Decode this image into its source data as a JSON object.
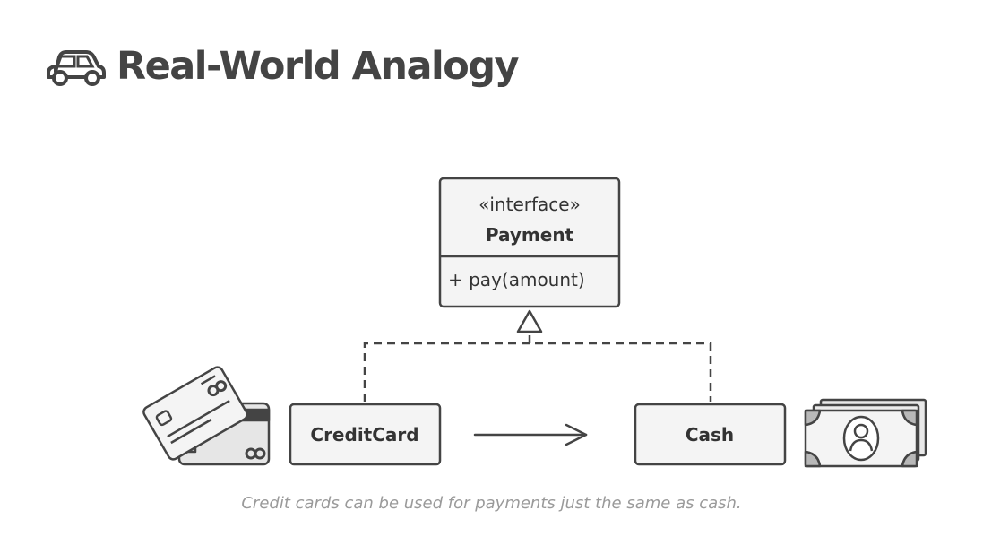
{
  "heading": {
    "icon": "car-icon",
    "title": "Real-World Analogy"
  },
  "diagram": {
    "interface_box": {
      "stereotype": "«interface»",
      "name": "Payment",
      "method": "+ pay(amount)"
    },
    "classes": [
      {
        "name": "CreditCard",
        "illustration": "credit-cards-illustration"
      },
      {
        "name": "Cash",
        "illustration": "banknotes-illustration"
      }
    ],
    "relations": {
      "realization": "dashed line with hollow triangle",
      "association": "CreditCard to Cash arrow"
    }
  },
  "caption": "Credit cards can be used for payments just the same as cash.",
  "colors": {
    "stroke": "#444444",
    "box_fill": "#f4f4f4",
    "caption": "#9a9a9a",
    "heading": "#444444"
  }
}
